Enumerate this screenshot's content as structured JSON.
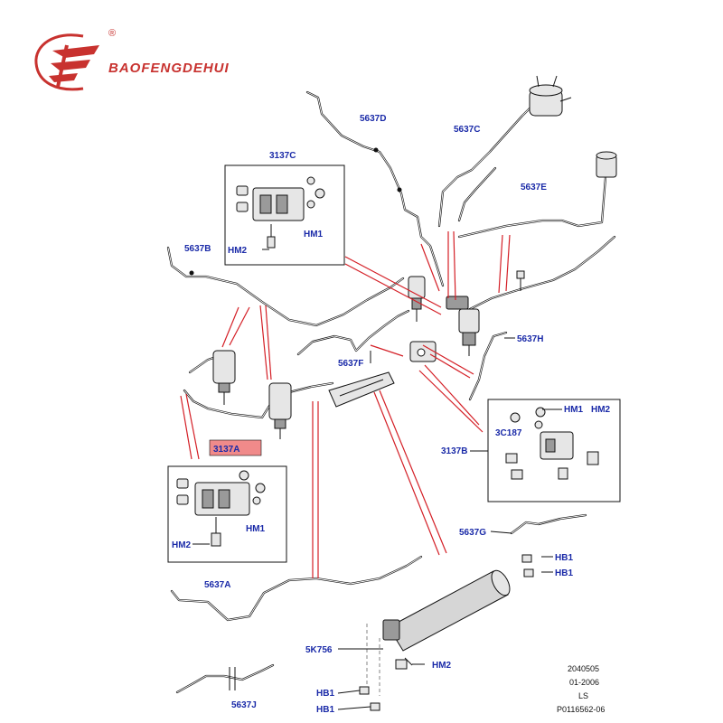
{
  "brand": {
    "name": "BAOFENGDEHUI",
    "registered_mark": "®",
    "logo_letters": "BF"
  },
  "labels": {
    "p5637D": "5637D",
    "p5637C": "5637C",
    "p5637E": "5637E",
    "p5637B": "5637B",
    "p5637H": "5637H",
    "p5637F": "5637F",
    "p5637G": "5637G",
    "p5637A": "5637A",
    "p5637J": "5637J",
    "p3137C": "3137C",
    "p3137A": "3137A",
    "p3137B": "3137B",
    "p3C187": "3C187",
    "p5K756": "5K756",
    "hm1_c": "HM1",
    "hm2_c": "HM2",
    "hm1_a": "HM1",
    "hm2_a": "HM2",
    "hm1_b": "HM1",
    "hm2_b": "HM2",
    "hb1_r1": "HB1",
    "hb1_r2": "HB1",
    "hm2_tank": "HM2",
    "hb1_b1": "HB1",
    "hb1_b2": "HB1"
  },
  "footer": {
    "line1": "2040505",
    "line2": "01-2006",
    "line3": "LS",
    "line4": "P0116562-06"
  },
  "colors": {
    "label_blue": "#1a2aa8",
    "leader_red": "#d41f26",
    "brand_red": "#c8322f",
    "highlight_fill": "#f08a8a"
  }
}
